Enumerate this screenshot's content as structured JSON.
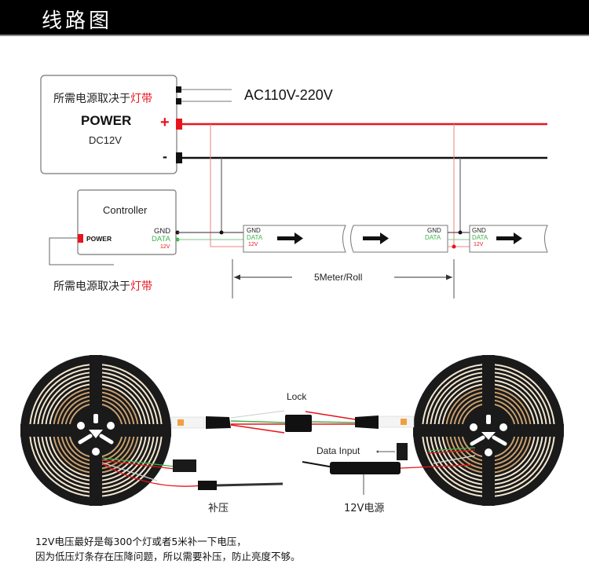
{
  "header": {
    "title": "线路图"
  },
  "diagram": {
    "power_supply": {
      "note_prefix": "所需电源取决于",
      "note_highlight": "灯带",
      "title": "POWER",
      "subtitle": "DC12V",
      "plus": "+",
      "minus": "-",
      "ac_label": "AC110V-220V"
    },
    "controller": {
      "title": "Controller",
      "power_label": "POWER",
      "gnd": "GND",
      "data": "DATA",
      "v12": "12V",
      "note_prefix": "所需电源取决于",
      "note_highlight": "灯带"
    },
    "strip_pins": {
      "gnd": "GND",
      "data": "DATA",
      "v12": "12V"
    },
    "length_label": "5Meter/Roll",
    "colors": {
      "positive": "#e8141c",
      "negative": "#111111",
      "data": "#3cb44b",
      "gray_wire": "#555555"
    }
  },
  "photo": {
    "lock_label": "Lock",
    "data_input_label": "Data Input",
    "boost_label": "补压",
    "power_label": "12V电源"
  },
  "notes": [
    "12V电压最好是每300个灯或者5米补一下电压，",
    "因为低压灯条存在压降问题，所以需要补压，防止亮度不够。"
  ]
}
